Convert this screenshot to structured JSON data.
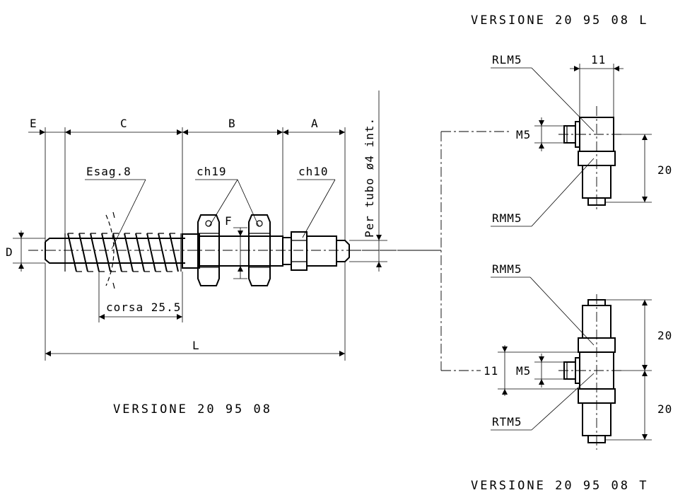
{
  "titles": {
    "main": "VERSIONE 20 95 08",
    "version_l": "VERSIONE 20 95 08 L",
    "version_t": "VERSIONE 20 95 08 T"
  },
  "dimensions": {
    "E": "E",
    "C": "C",
    "B": "B",
    "A": "A",
    "D": "D",
    "F": "F",
    "L": "L",
    "stroke": "corsa 25.5"
  },
  "callouts": {
    "hex": "Esag.8",
    "ch19": "ch19",
    "ch10": "ch10",
    "tube": "Per tubo ø4 int."
  },
  "version_l": {
    "width": "11",
    "thread": "M5",
    "height": "20",
    "part_top": "RLM5",
    "part_bottom": "RMM5"
  },
  "version_t": {
    "part_top": "RMM5",
    "part_bottom": "RTM5",
    "thread": "M5",
    "offset": "11",
    "height_top": "20",
    "height_bottom": "20"
  }
}
